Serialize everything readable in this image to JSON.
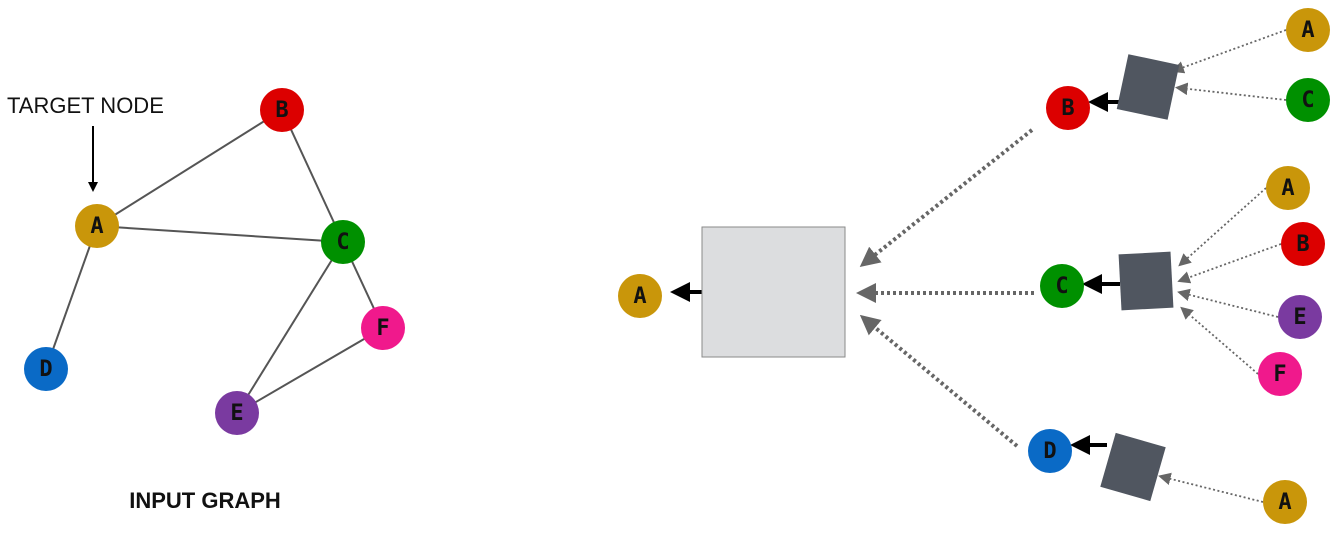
{
  "colors": {
    "A": "#C9960A",
    "B": "#DC0000",
    "C": "#009000",
    "D": "#0A6AC6",
    "E": "#7A3AA0",
    "F": "#F0198C",
    "edge": "#555555",
    "aggregator_box": "#DCDDDF",
    "neighbor_box": "#505660",
    "dotted_arrow": "#666666",
    "solid_arrow": "#000000"
  },
  "input_graph": {
    "caption": "INPUT GRAPH",
    "target_label": "TARGET NODE",
    "nodes": [
      {
        "id": "A",
        "label": "A"
      },
      {
        "id": "B",
        "label": "B"
      },
      {
        "id": "C",
        "label": "C"
      },
      {
        "id": "D",
        "label": "D"
      },
      {
        "id": "E",
        "label": "E"
      },
      {
        "id": "F",
        "label": "F"
      }
    ],
    "edges": [
      [
        "A",
        "B"
      ],
      [
        "A",
        "C"
      ],
      [
        "A",
        "D"
      ],
      [
        "B",
        "C"
      ],
      [
        "C",
        "E"
      ],
      [
        "C",
        "F"
      ],
      [
        "E",
        "F"
      ]
    ]
  },
  "computation_graph": {
    "root": {
      "label": "A"
    },
    "level1": [
      {
        "label": "B",
        "neighbors": [
          "A",
          "C"
        ]
      },
      {
        "label": "C",
        "neighbors": [
          "A",
          "B",
          "E",
          "F"
        ]
      },
      {
        "label": "D",
        "neighbors": [
          "A"
        ]
      }
    ]
  }
}
